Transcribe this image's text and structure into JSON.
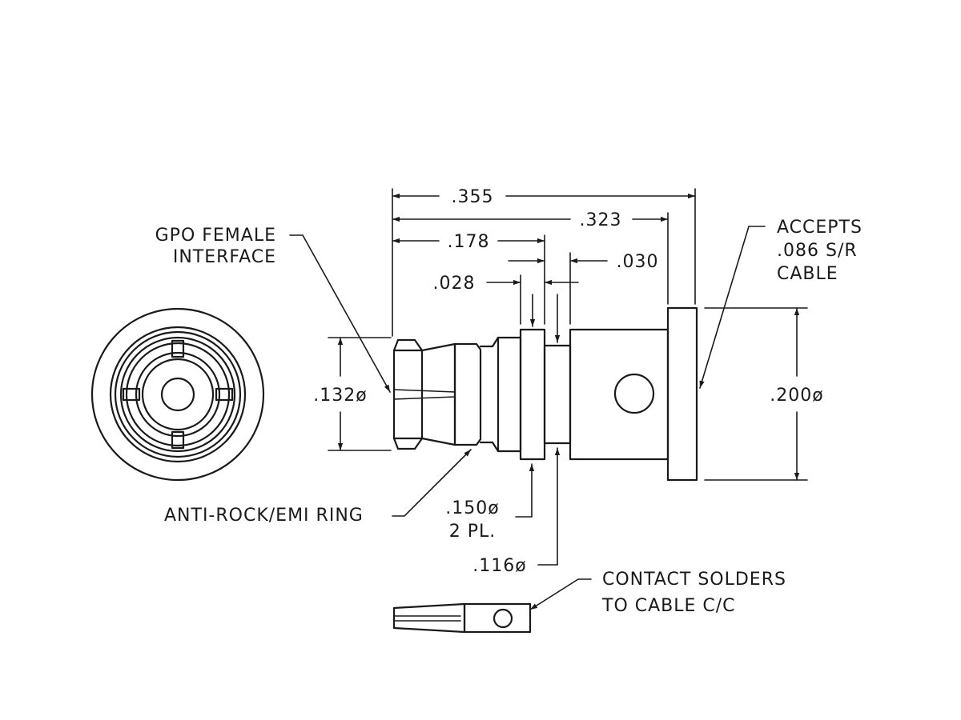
{
  "dimensions": {
    "overall_length": ".355",
    "to_flange": ".323",
    "to_ring": ".178",
    "ring_width": ".028",
    "groove_width": ".030",
    "interface_dia": ".132ø",
    "flange_dia": ".200ø",
    "ring_dia": ".150ø",
    "ring_dia_qty": "2 PL.",
    "groove_dia": ".116ø"
  },
  "callouts": {
    "gpo_line1": "GPO FEMALE",
    "gpo_line2": "INTERFACE",
    "accepts_line1": "ACCEPTS",
    "accepts_line2": ".086 S/R",
    "accepts_line3": "CABLE",
    "anti_rock": "ANTI-ROCK/EMI RING",
    "contact_line1": "CONTACT SOLDERS",
    "contact_line2": "TO CABLE C/C"
  }
}
